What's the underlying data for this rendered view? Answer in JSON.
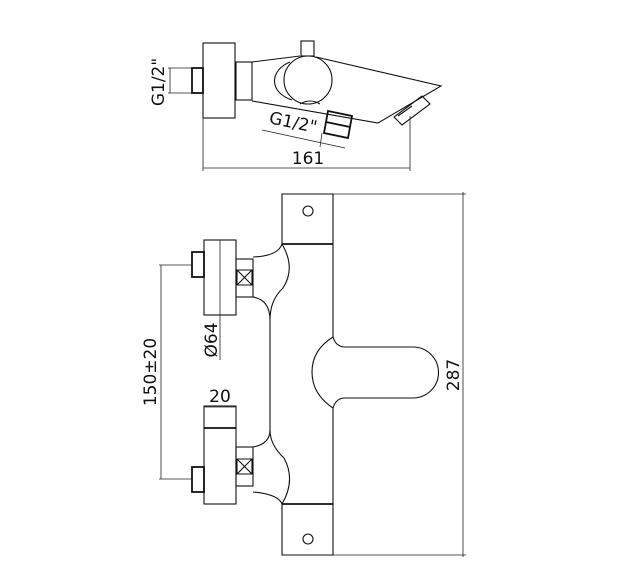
{
  "dimensions": {
    "top_inlet_thread": "G1/2\"",
    "outlet_thread": "G1/2\"",
    "overall_depth": "161",
    "overall_height": "287",
    "inlet_spacing": "150±20",
    "handle_diameter": "Ø64",
    "handle_width": "20"
  },
  "colors": {
    "line": "#111111",
    "background": "#ffffff"
  }
}
